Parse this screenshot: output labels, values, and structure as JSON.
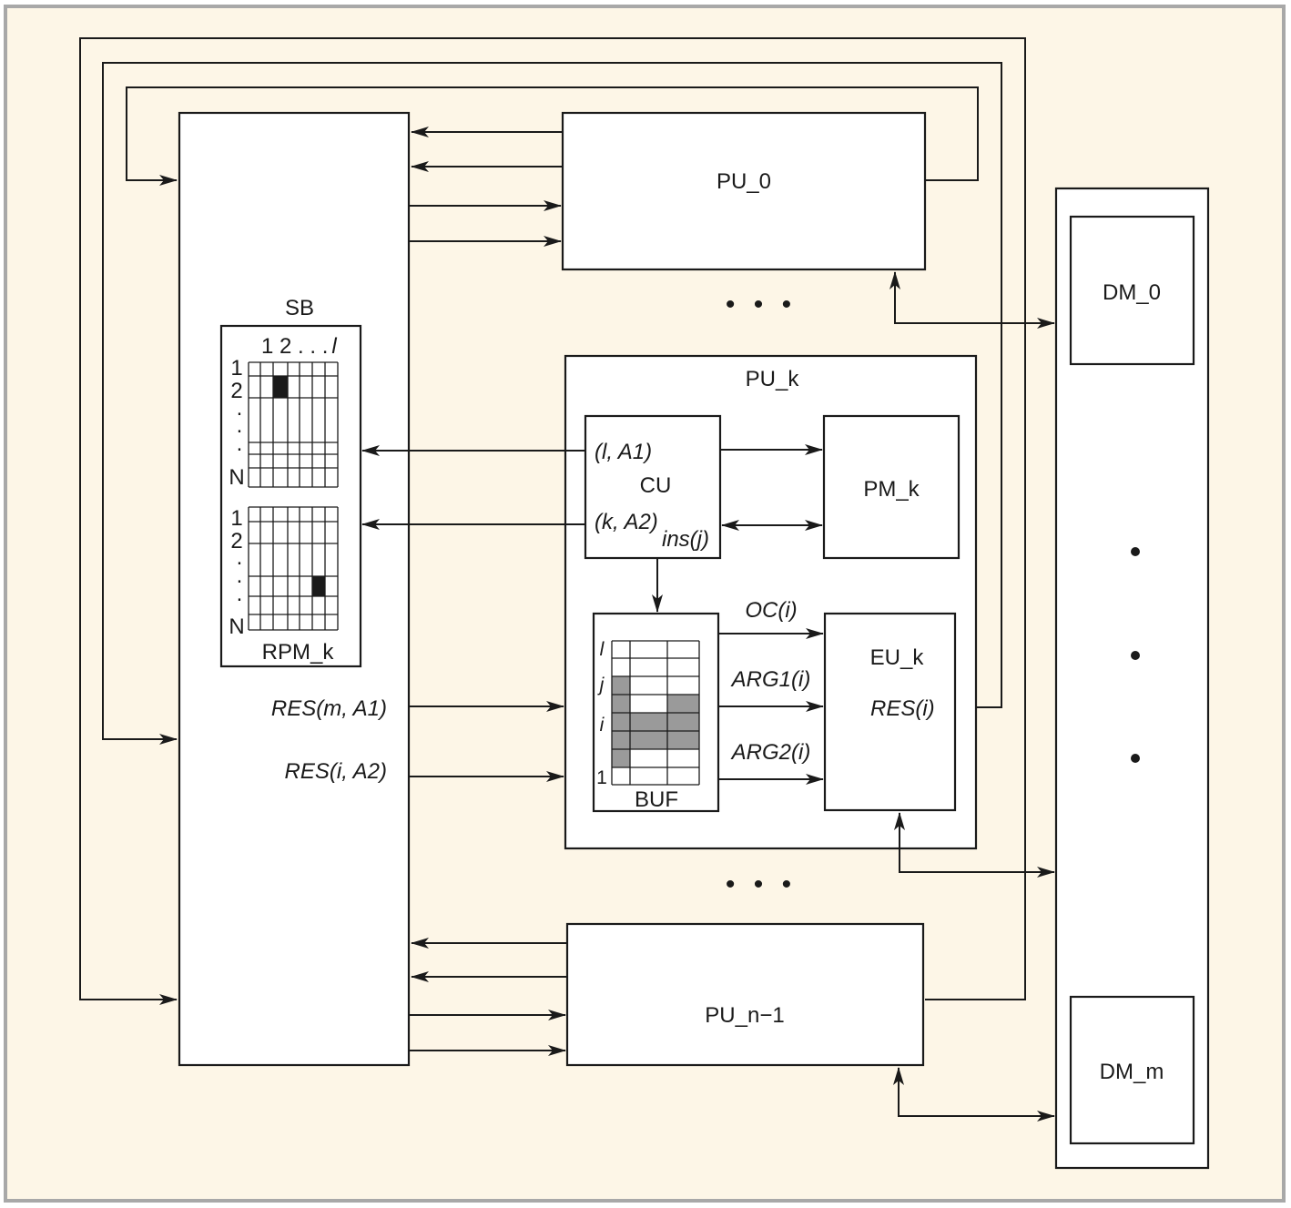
{
  "colors": {
    "frame_bg": "#fdf6e7",
    "frame_border": "#a8a8a8",
    "ink": "#1a1a1a",
    "shade": "#9a9a9a",
    "mark": "#1a1a1a"
  },
  "blocks": {
    "sb": "SB",
    "pu0": "PU_0",
    "puk": "PU_k",
    "pun1": "PU_n−1",
    "cu": "CU",
    "pmk": "PM_k",
    "euk": "EU_k",
    "buf": "BUF",
    "rpm": "RPM_k",
    "dm0": "DM_0",
    "dmm": "DM_m"
  },
  "signals": {
    "l_a1": "(l, A1)",
    "k_a2": "(k, A2)",
    "ins_j": "ins(j)",
    "oc_i": "OC(i)",
    "arg1_i": "ARG1(i)",
    "arg2_i": "ARG2(i)",
    "res_i": "RES(i)",
    "res_m_a1": "RES(m, A1)",
    "res_i_a2": "RES(i, A2)"
  },
  "sb_table": {
    "col_header_main": "1 2 . . .",
    "col_header_last": "l",
    "row_labels_top": [
      "1",
      "2",
      ".",
      ".",
      ".",
      "N"
    ],
    "row_labels_bottom": [
      "1",
      "2",
      ".",
      ".",
      ".",
      "N"
    ]
  },
  "buf_table": {
    "row_labels": [
      "l",
      "j",
      "i",
      "1"
    ]
  },
  "ellipsis": {
    "dots": "• • •"
  }
}
